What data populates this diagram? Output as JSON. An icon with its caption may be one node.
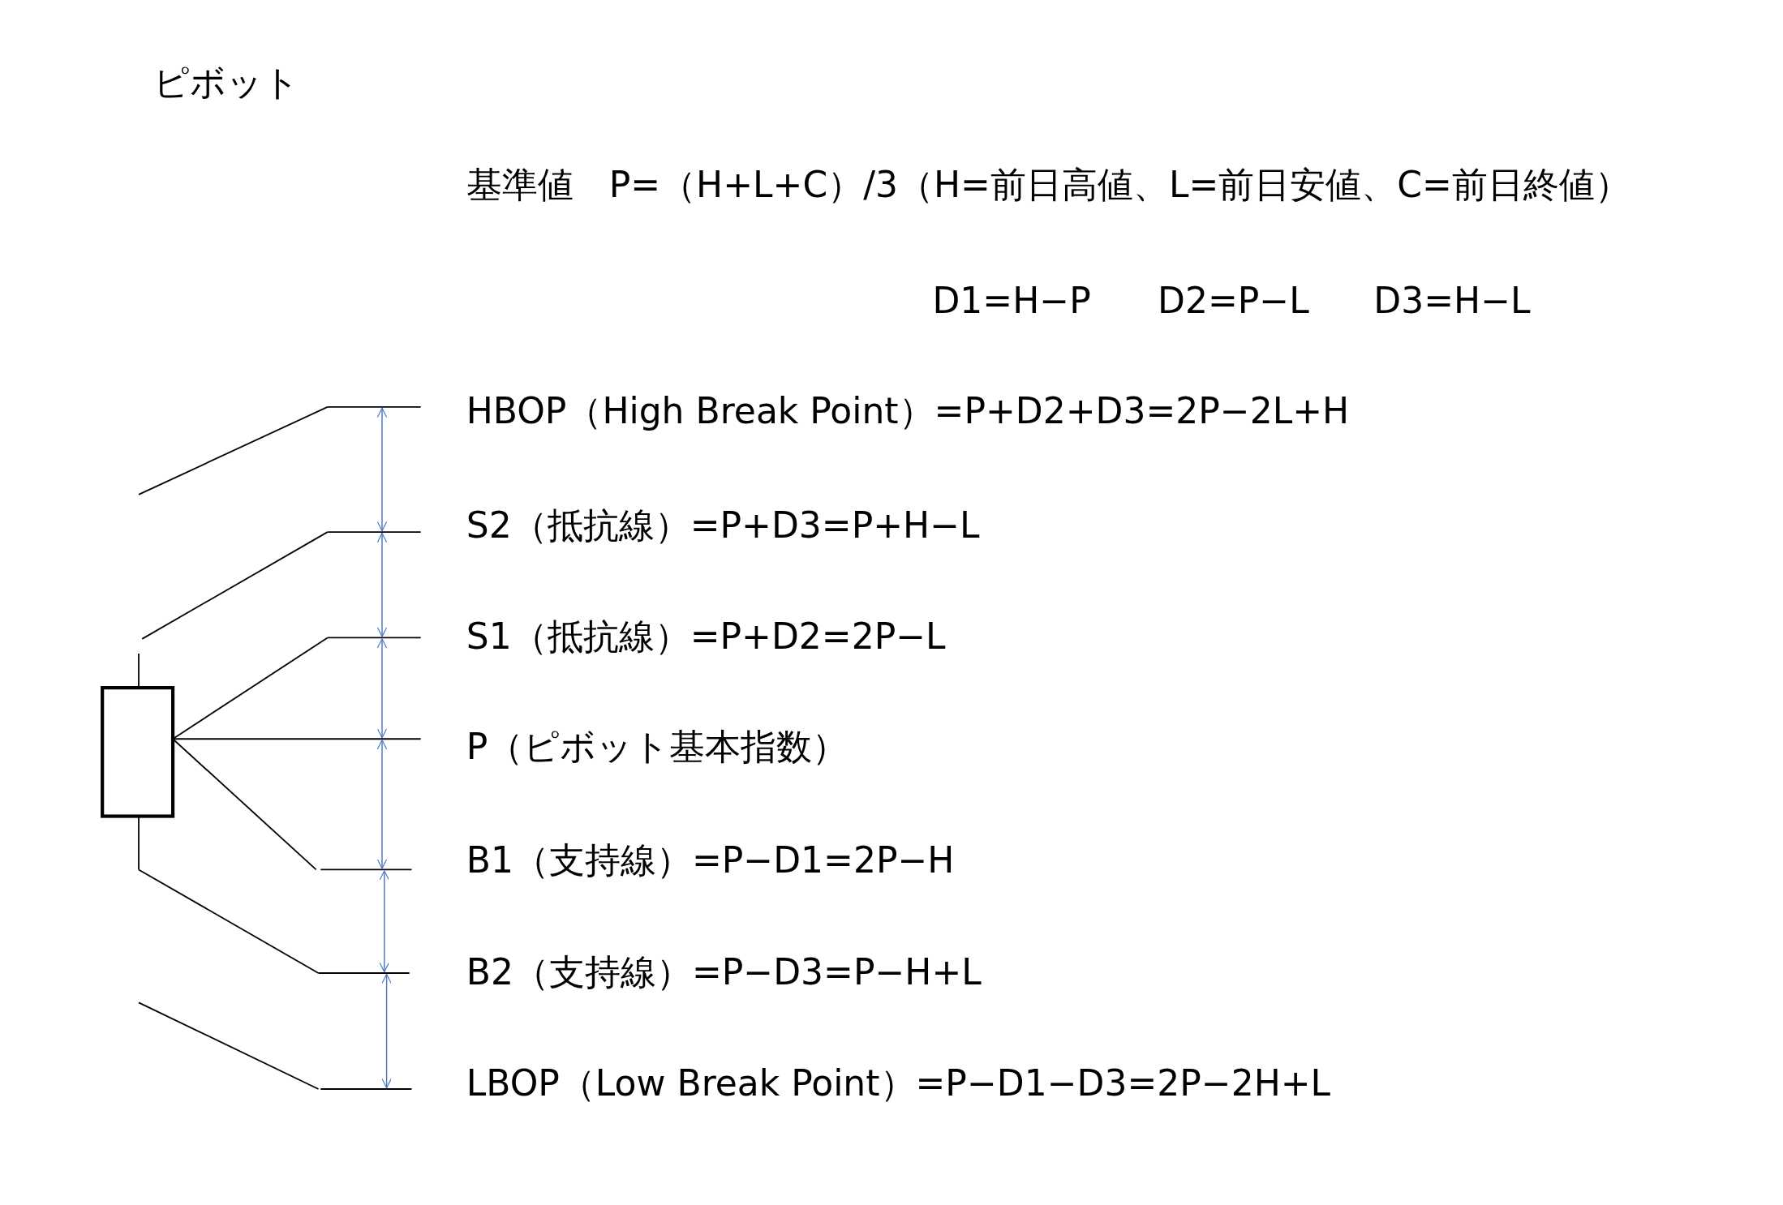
{
  "diagram": {
    "title": "ピボット",
    "labels": [
      "基準値　P=（H+L+C）/3（H=前日高値、L=前日安値、C=前日終値）",
      "D1=H−P",
      "D2=P−L",
      "D3=H−L",
      "HBOP（High Break Point）=P+D2+D3=2P−2L+H",
      "S2（抵抗線）=P+D3=P+H−L",
      "S1（抵抗線）=P+D2=2P−L",
      "P（ピボット基本指数）",
      "B1（支持線）=P−D1=2P−H",
      "B2（支持線）=P−D3=P−H+L",
      "LBOP（Low Break Point）=P−D1−D3=2P−2H+L"
    ]
  }
}
